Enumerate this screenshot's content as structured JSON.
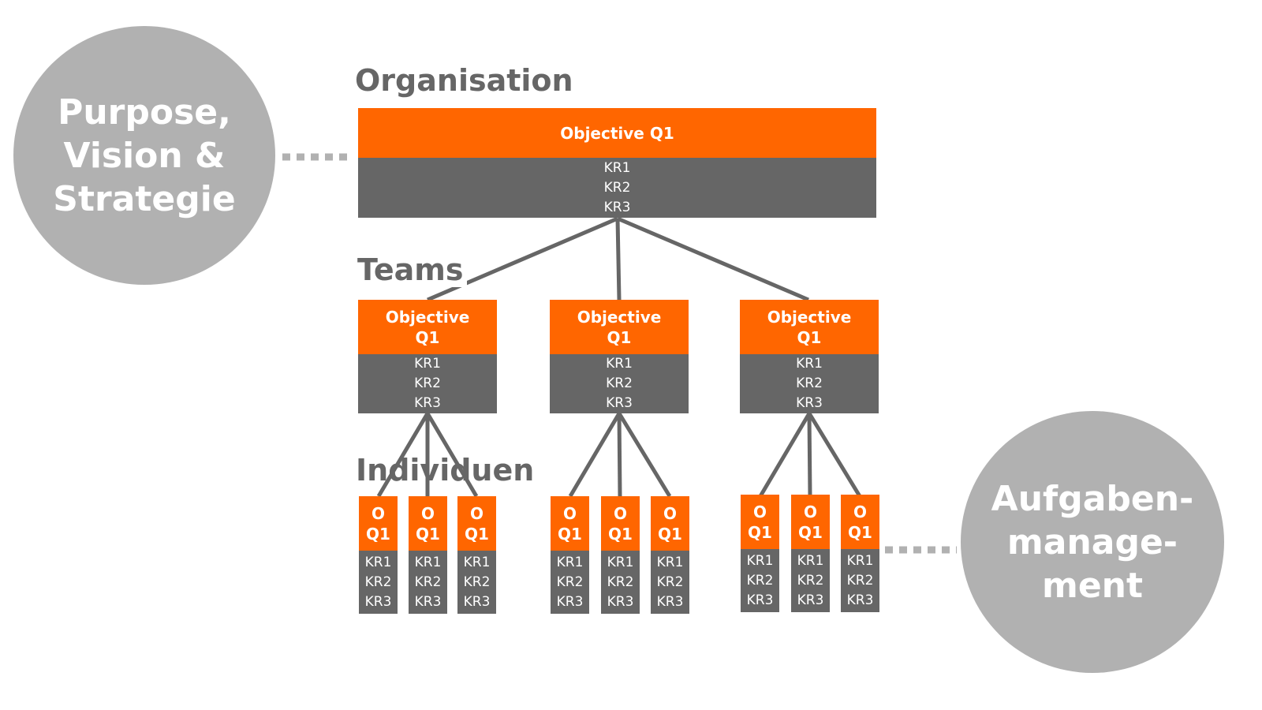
{
  "circles": {
    "left": "Purpose,\nVision &\nStrategie",
    "right": "Aufgaben-\nmanage-\nment"
  },
  "levels": {
    "organisation": "Organisation",
    "teams": "Teams",
    "individuals": "Individuen"
  },
  "organisation": {
    "objective": "Objective Q1",
    "key_results": [
      "KR1",
      "KR2",
      "KR3"
    ]
  },
  "teams": [
    {
      "objective": "Objective\nQ1",
      "key_results": [
        "KR1",
        "KR2",
        "KR3"
      ]
    },
    {
      "objective": "Objective\nQ1",
      "key_results": [
        "KR1",
        "KR2",
        "KR3"
      ]
    },
    {
      "objective": "Objective\nQ1",
      "key_results": [
        "KR1",
        "KR2",
        "KR3"
      ]
    }
  ],
  "individuals": [
    {
      "objective": "O\nQ1",
      "key_results": [
        "KR1",
        "KR2",
        "KR3"
      ]
    },
    {
      "objective": "O\nQ1",
      "key_results": [
        "KR1",
        "KR2",
        "KR3"
      ]
    },
    {
      "objective": "O\nQ1",
      "key_results": [
        "KR1",
        "KR2",
        "KR3"
      ]
    },
    {
      "objective": "O\nQ1",
      "key_results": [
        "KR1",
        "KR2",
        "KR3"
      ]
    },
    {
      "objective": "O\nQ1",
      "key_results": [
        "KR1",
        "KR2",
        "KR3"
      ]
    },
    {
      "objective": "O\nQ1",
      "key_results": [
        "KR1",
        "KR2",
        "KR3"
      ]
    },
    {
      "objective": "O\nQ1",
      "key_results": [
        "KR1",
        "KR2",
        "KR3"
      ]
    },
    {
      "objective": "O\nQ1",
      "key_results": [
        "KR1",
        "KR2",
        "KR3"
      ]
    },
    {
      "objective": "O\nQ1",
      "key_results": [
        "KR1",
        "KR2",
        "KR3"
      ]
    }
  ],
  "colors": {
    "objective": "#ff6600",
    "key_results": "#666666",
    "circle": "#b1b1b1",
    "connector": "#666666"
  }
}
